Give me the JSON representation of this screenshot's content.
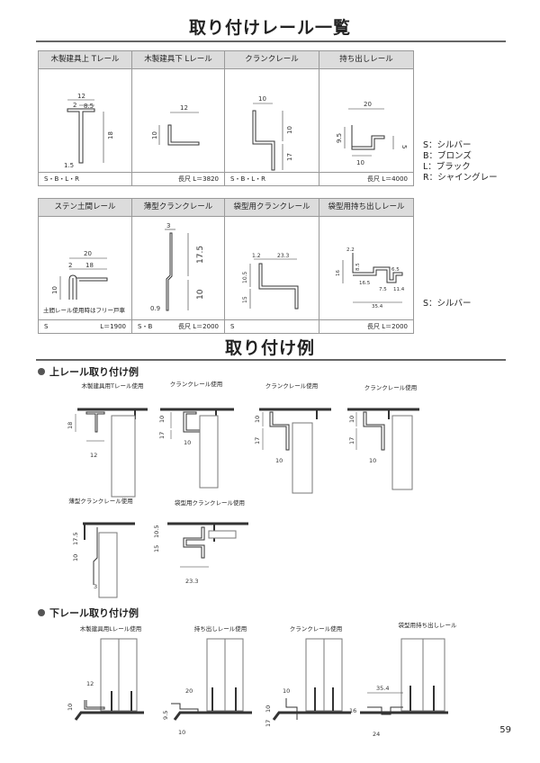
{
  "title1": "取り付けレール一覧",
  "title2": "取り付け例",
  "table1": {
    "headers": [
      "木製建具上 Tレール",
      "木製建具下 Lレール",
      "クランクレール",
      "持ち出しレール"
    ],
    "footers": [
      {
        "left": "S・B・L・R",
        "right": ""
      },
      {
        "left": "",
        "right": "長尺 L＝3820"
      },
      {
        "left": "S・B・L・R",
        "right": ""
      },
      {
        "left": "",
        "right": "長尺 L＝4000"
      }
    ],
    "dims": {
      "t": [
        "12",
        "2",
        "8.5",
        "18",
        "1.5"
      ],
      "l": [
        "12",
        "10"
      ],
      "crank": [
        "10",
        "10",
        "17"
      ],
      "mochi": [
        "20",
        "9.5",
        "5",
        "10"
      ]
    }
  },
  "legend1": [
    "S：シルバー",
    "B：ブロンズ",
    "L：ブラック",
    "R：シャイングレー"
  ],
  "table2": {
    "headers": [
      "ステン土間レール",
      "薄型クランクレール",
      "袋型用クランクレール",
      "袋型用持ち出しレール"
    ],
    "footers": [
      {
        "left": "S",
        "right": "L＝1900"
      },
      {
        "left": "S・B",
        "right": "長尺 L＝2000"
      },
      {
        "left": "S",
        "right": ""
      },
      {
        "left": "",
        "right": "長尺 L＝2000"
      }
    ],
    "note": "土間レール使用時はフリー戸車",
    "dims": {
      "sten": [
        "20",
        "2",
        "18",
        "10"
      ],
      "thin": [
        "3",
        "17.5",
        "10",
        "0.9"
      ],
      "fcrank": [
        "1.2",
        "23.3",
        "10.5",
        "15"
      ],
      "fmochi": [
        "2.2",
        "8.5",
        "16",
        "16.5",
        "6.5",
        "7.5",
        "11.4",
        "35.4"
      ]
    }
  },
  "legend2": [
    "S：シルバー"
  ],
  "upper": {
    "heading": "上レール取り付け例",
    "captions": [
      "木製建具用Tレール使用",
      "クランクレール使用",
      "クランクレール使用",
      "クランクレール使用",
      "薄型クランクレール使用",
      "袋型用クランクレール使用"
    ],
    "dims": {
      "a": [
        "18",
        "12"
      ],
      "b": [
        "10",
        "17",
        "10"
      ],
      "c": [
        "10",
        "17",
        "10"
      ],
      "d": [
        "10",
        "17",
        "10"
      ],
      "e": [
        "17.5",
        "10",
        "3"
      ],
      "f": [
        "10.5",
        "15",
        "23.3"
      ]
    }
  },
  "lower": {
    "heading": "下レール取り付け例",
    "captions": [
      "木製建具用Lレール使用",
      "持ち出しレール使用",
      "クランクレール使用",
      "袋型用持ち出しレール"
    ],
    "dims": {
      "a": [
        "12",
        "10"
      ],
      "b": [
        "20",
        "9.5",
        "10"
      ],
      "c": [
        "10",
        "10",
        "17"
      ],
      "d": [
        "35.4",
        "16",
        "24"
      ]
    }
  },
  "page_number": "59",
  "colors": {
    "header_bg": "#dcdcdc",
    "rule": "#666666",
    "line": "#333333"
  }
}
